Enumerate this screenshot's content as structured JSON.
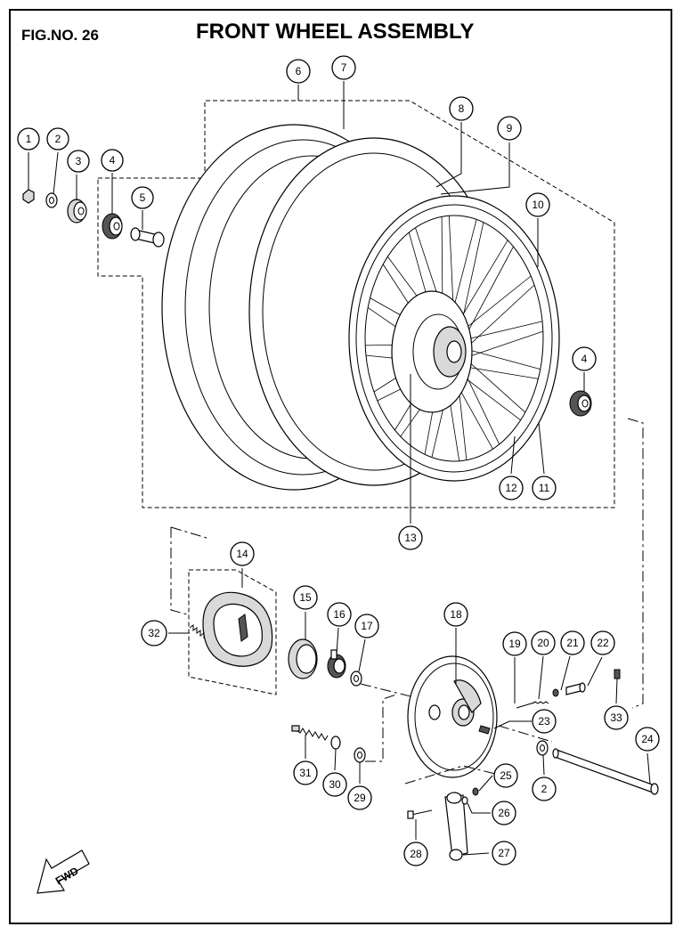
{
  "header": {
    "fig_no": "FIG.NO. 26",
    "title": "FRONT WHEEL ASSEMBLY"
  },
  "fwd_label": "FWD",
  "callouts": [
    "1",
    "2",
    "3",
    "4",
    "5",
    "6",
    "7",
    "8",
    "9",
    "10",
    "11",
    "12",
    "13",
    "14",
    "15",
    "16",
    "17",
    "18",
    "19",
    "20",
    "21",
    "22",
    "23",
    "24",
    "25",
    "26",
    "27",
    "28",
    "29",
    "30",
    "31",
    "32",
    "33",
    "4",
    "2"
  ]
}
